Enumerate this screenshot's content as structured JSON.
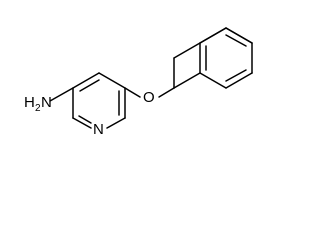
{
  "molecule": {
    "atoms": {
      "n_ring": "N",
      "o_ether": "O",
      "amine_h": "H",
      "amine_h_count": "2",
      "amine_n": "N"
    },
    "colors": {
      "bond": "#000000",
      "label": "#000000",
      "background": "#ffffff"
    }
  }
}
